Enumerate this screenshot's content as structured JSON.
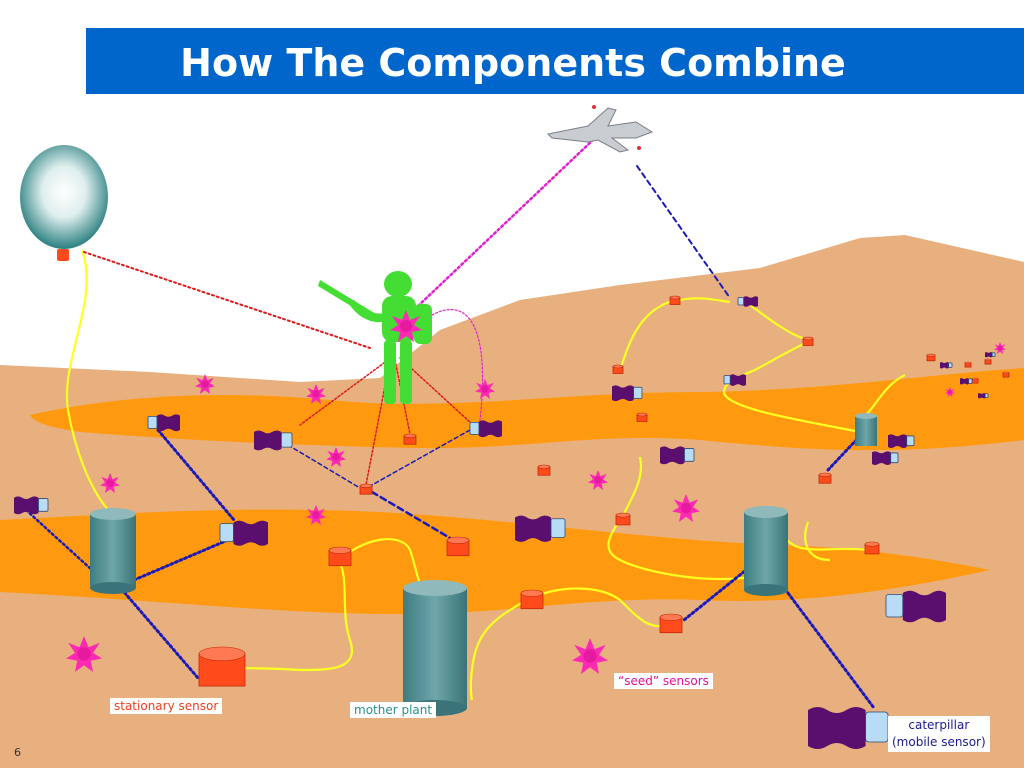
{
  "slide": {
    "title": "How The Components Combine",
    "page_number": "6"
  },
  "labels": {
    "stationary_sensor": "stationary sensor",
    "mother_plant": "mother plant",
    "seed_sensors": "“seed” sensors",
    "caterpillar_line1": "caterpillar",
    "caterpillar_line2": "(mobile sensor)"
  },
  "colors": {
    "title_bar": "#0066cc",
    "sand": "#e8b07f",
    "river": "#ff9a10",
    "stationary_sensor": "#ff4a1c",
    "mother_plant": "#4f8f93",
    "seed_sensor": "#ff2ab4",
    "caterpillar_body": "#5a0f6e",
    "caterpillar_head": "#b8dcf5",
    "soldier": "#44dd33",
    "yellow_link": "#ffff22",
    "blue_link": "#1a1ab8",
    "red_link": "#dd1a1a",
    "magenta_link": "#e020d0"
  },
  "icons": [
    "balloon-icon",
    "jet-icon",
    "soldier-icon",
    "seed-sensor-icon",
    "stationary-sensor-icon",
    "mother-plant-icon",
    "caterpillar-icon"
  ]
}
